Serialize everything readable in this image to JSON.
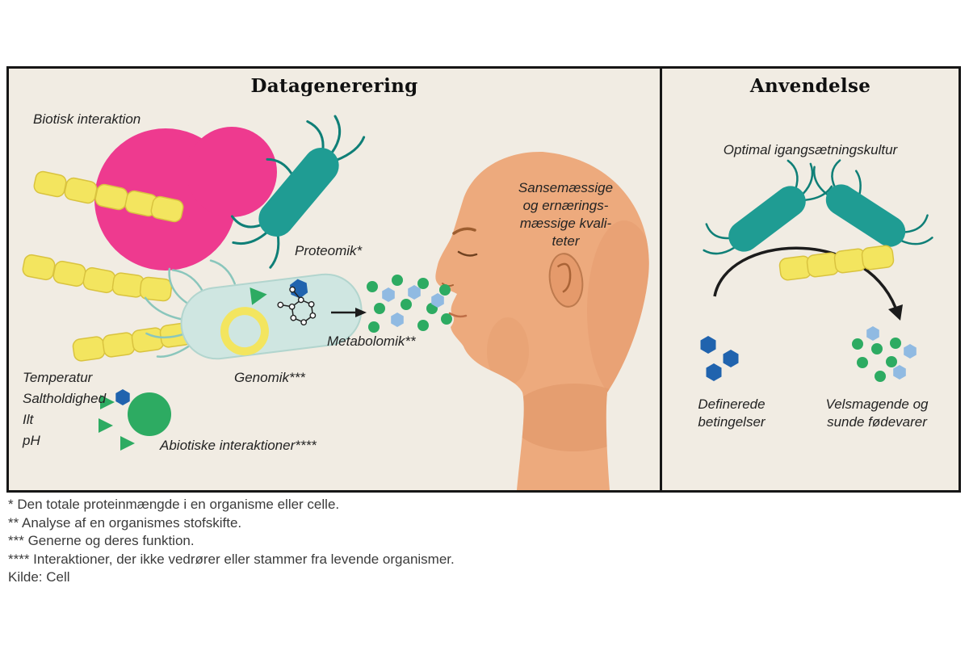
{
  "colors": {
    "panel_bg": "#f1ece3",
    "border": "#161616",
    "magenta": "#ee3a8f",
    "teal": "#1f9c93",
    "teal_dark": "#0f7f77",
    "teal_light": "#8ac6bc",
    "yellow": "#f3e55f",
    "yellow_stroke": "#d9c33f",
    "cell_blue": "#cfe6e1",
    "cell_blue_stroke": "#b2d5ce",
    "green": "#2dab62",
    "hex_dark": "#2063ae",
    "hex_light": "#90bae2",
    "skin": "#edaa7d",
    "skin_shadow": "#dd9263",
    "ink": "#1c1c1c"
  },
  "diagram": {
    "left": {
      "title": "Datagenerering",
      "biotic_label": "Biotisk interaktion",
      "proteomics_label": "Proteomik*",
      "metabolomics_label": "Metabolomik**",
      "genomics_label": "Genomik***",
      "abiotic_label": "Abiotiske interaktioner****",
      "env_factors": [
        "Temperatur",
        "Saltholdighed",
        "Ilt",
        "pH"
      ],
      "sensory_lines": [
        "Sansemæssige",
        "og ernærings-",
        "mæssige kvali-",
        "teter"
      ]
    },
    "right": {
      "title": "Anvendelse",
      "optimal_label": "Optimal igangsætningskultur",
      "defined_lines": [
        "Definerede",
        "betingelser"
      ],
      "tasty_lines": [
        "Velsmagende og",
        "sunde fødevarer"
      ]
    }
  },
  "icons": {
    "pink_blob": "yeast-colony-icon",
    "yellow_chain": "yeast-cell-chain-icon",
    "teal_rod": "bacterium-icon",
    "pale_cell": "host-cell-icon",
    "yellow_ring": "plasmid-icon",
    "green_circle": "metabolite-icon",
    "blue_hexagon": "compound-icon",
    "green_triangle": "compound-icon",
    "head": "human-head-profile-icon",
    "arrow": "flow-arrow-icon"
  },
  "footnotes": [
    "* Den totale proteinmængde i en organisme eller celle.",
    "** Analyse af en organismes stofskifte.",
    "*** Generne og deres funktion.",
    "**** Interaktioner, der ikke vedrører eller stammer fra levende organismer.",
    "Kilde: Cell"
  ]
}
